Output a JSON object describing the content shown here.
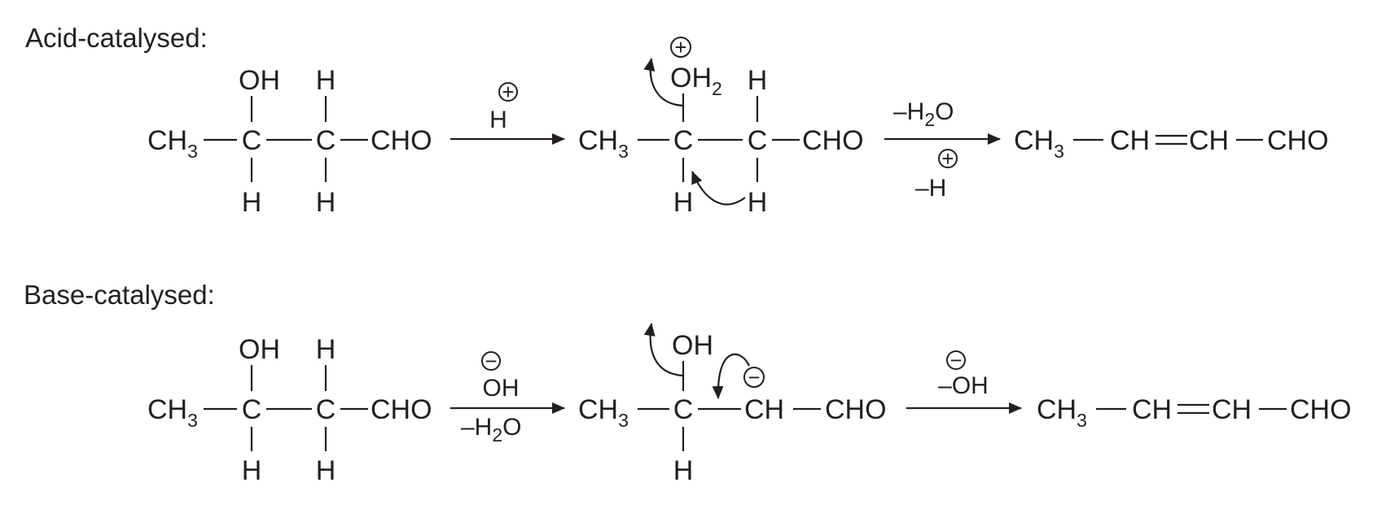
{
  "acid": {
    "heading": "Acid-catalysed:",
    "reactant": {
      "ch3": "CH",
      "ch3_sub": "3",
      "c1": "C",
      "c2": "C",
      "cho": "CHO",
      "oh": "OH",
      "h_top": "H",
      "h_b1": "H",
      "h_b2": "H"
    },
    "step1": {
      "reagent": "H",
      "charge": "+"
    },
    "intermediate": {
      "ch3": "CH",
      "ch3_sub": "3",
      "c1": "C",
      "c2": "C",
      "cho": "CHO",
      "oh2": "OH",
      "oh2_sub": "2",
      "oh2_charge": "+",
      "h_top": "H",
      "h_b1": "H",
      "h_b2": "H"
    },
    "step2": {
      "reagent_top": "–H",
      "reagent_top_sub": "2",
      "reagent_top_tail": "O",
      "reagent_bottom": "–H",
      "charge": "+"
    },
    "product": {
      "ch3": "CH",
      "ch3_sub": "3",
      "ch_a": "CH",
      "ch_b": "CH",
      "cho": "CHO"
    }
  },
  "base": {
    "heading": "Base-catalysed:",
    "reactant": {
      "ch3": "CH",
      "ch3_sub": "3",
      "c1": "C",
      "c2": "C",
      "cho": "CHO",
      "oh": "OH",
      "h_top": "H",
      "h_b1": "H",
      "h_b2": "H"
    },
    "step1": {
      "reagent_top": "OH",
      "charge": "−",
      "reagent_bottom": "–H",
      "reagent_bottom_sub": "2",
      "reagent_bottom_tail": "O"
    },
    "intermediate": {
      "ch3": "CH",
      "ch3_sub": "3",
      "c1": "C",
      "ch": "CH",
      "cho": "CHO",
      "oh": "OH",
      "h_b1": "H",
      "carbanion_charge": "−"
    },
    "step2": {
      "reagent": "–OH",
      "charge": "−"
    },
    "product": {
      "ch3": "CH",
      "ch3_sub": "3",
      "ch_a": "CH",
      "ch_b": "CH",
      "cho": "CHO"
    }
  }
}
